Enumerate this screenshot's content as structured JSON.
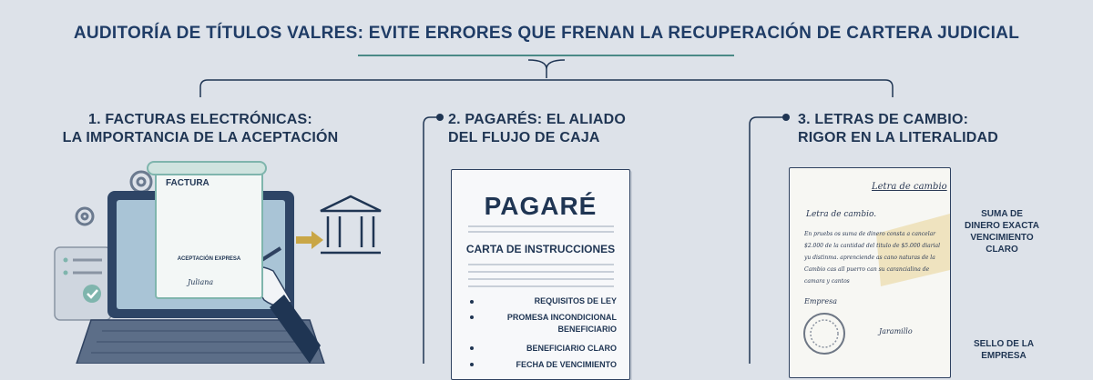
{
  "title": "AUDITORÍA DE TÍTULOS VALRES: EVITE ERRORES QUE FRENAN LA RECUPERACIÓN DE CARTERA JUDICIAL",
  "sections": [
    {
      "title_lines": [
        "1. FACTURAS ELECTRÓNICAS:",
        "LA IMPORTANCIA DE LA ACEPTACIÓN"
      ],
      "document": {
        "title": "FACTURA",
        "stamp": "ACEPTACIÓN EXPRESA",
        "signature": "Juliana"
      },
      "icons": [
        "laptop-icon",
        "gear-icon",
        "bank-icon",
        "arrow-icon",
        "check-icon",
        "pen-icon"
      ]
    },
    {
      "title_lines": [
        "2. PAGARÉS: EL ALIADO",
        "DEL FLUJO DE CAJA"
      ],
      "document": {
        "title": "PAGARÉ",
        "subtitle": "CARTA DE INSTRUCCIONES",
        "items": [
          "REQUISITOS DE LEY",
          "PROMESA INCONDICIONAL BENEFICIARIO",
          "BENEFICIARIO CLARO",
          "FECHA DE VENCIMIENTO"
        ]
      }
    },
    {
      "title_lines": [
        "3. LETRAS DE CAMBIO:",
        "RIGOR EN LA LITERALIDAD"
      ],
      "document": {
        "heading": "Letra de cambio",
        "line1": "Letra de cambio.",
        "body": "En pruebs os suma de dinero consta a cancelar $2.000 de la cantidad del titulo de $5.000 diarial yu distinma. aprenciende as cano naturas de la Cambio cas all puerro can su carancialina de camara y cantos",
        "company": "Empresa",
        "signature": "Jaramillo"
      },
      "labels": [
        "SUMA DE DINERO EXACTA VENCIMIENTO CLARO",
        "SELLO DE LA EMPRESA"
      ]
    }
  ],
  "colors": {
    "background": "#dde2e9",
    "navy": "#1f3553",
    "teal": "#7fb5ad",
    "gold": "#c9a646"
  }
}
